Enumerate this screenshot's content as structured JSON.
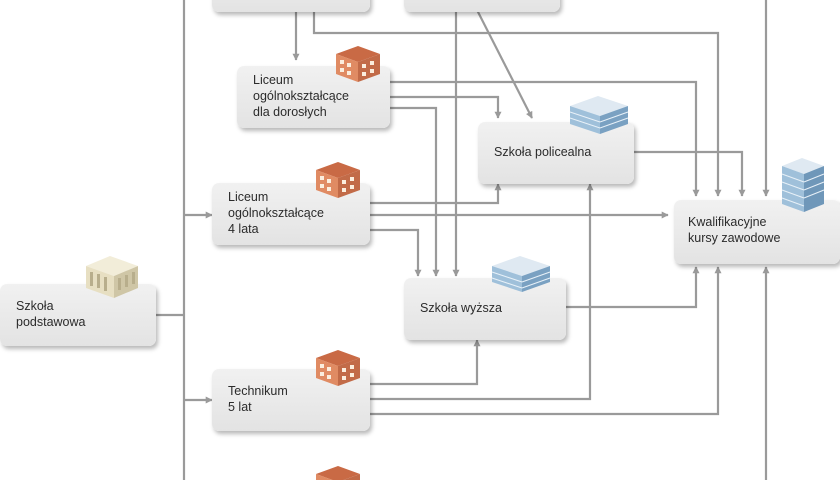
{
  "nodes": {
    "top_left": {
      "label": ""
    },
    "top_mid": {
      "label": ""
    },
    "liceum_doroslych": {
      "label": "Liceum\nogólnokształcące\ndla dorosłych"
    },
    "szkola_policealna": {
      "label": "Szkoła policealna"
    },
    "liceum_4_lata": {
      "label": "Liceum\nogólnokształcące\n4 lata"
    },
    "kwalifikacyjne_kursy": {
      "label": "Kwalifikacyjne\nkursy zawodowe"
    },
    "szkola_podstawowa": {
      "label": "Szkoła\npodstawowa"
    },
    "szkola_wyzsza": {
      "label": "Szkoła wyższa"
    },
    "technikum": {
      "label": "Technikum\n5 lat"
    }
  },
  "colors": {
    "line": "#9a9a9a",
    "box": "#e8e8e8",
    "text": "#2b2b2b",
    "brick": "#d9805a",
    "office_blue": "#8fb3cf",
    "classic_beige": "#e9e2c8"
  },
  "icons": {
    "liceum_doroslych": "brick-building-icon",
    "szkola_policealna": "office-building-icon",
    "liceum_4_lata": "brick-building-icon",
    "kwalifikacyjne_kursy": "glass-tower-icon",
    "szkola_podstawowa": "classic-building-icon",
    "szkola_wyzsza": "office-building-icon",
    "technikum": "brick-building-icon",
    "bottom_partial": "brick-building-icon"
  }
}
